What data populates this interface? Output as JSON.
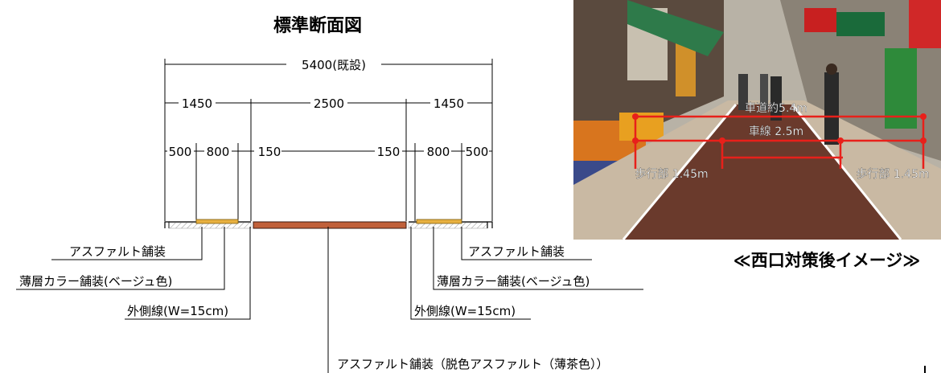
{
  "title": "標準断面図",
  "dimensions": {
    "total": "5400(既設)",
    "left_sidewalk": "1450",
    "roadway": "2500",
    "right_sidewalk": "1450",
    "left_outer": "500",
    "left_beige": "800",
    "left_line": "150",
    "right_line": "150",
    "right_beige": "800",
    "right_outer": "500"
  },
  "labels": {
    "left_asphalt": "アスファルト舗装",
    "left_color": "薄層カラー舗装(ベージュ色)",
    "left_edge_line": "外側線(W=15cm)",
    "right_asphalt": "アスファルト舗装",
    "right_color": "薄層カラー舗装(ベージュ色)",
    "right_edge_line": "外側線(W=15cm)",
    "center_asphalt": "アスファルト舗装（脱色アスファルト（薄茶色））"
  },
  "photo": {
    "overlay_roadway": "車道約5.4m",
    "overlay_lane": "車線 2.5m",
    "overlay_left_walk": "歩行部 1.45m",
    "overlay_right_walk": "歩行部 1.45m",
    "caption": "≪西口対策後イメージ≫"
  },
  "colors": {
    "beige": "#e8b040",
    "brown_pavement": "#c0603a",
    "photo_road": "#6a3a2c",
    "marker_red": "#e8201a"
  }
}
